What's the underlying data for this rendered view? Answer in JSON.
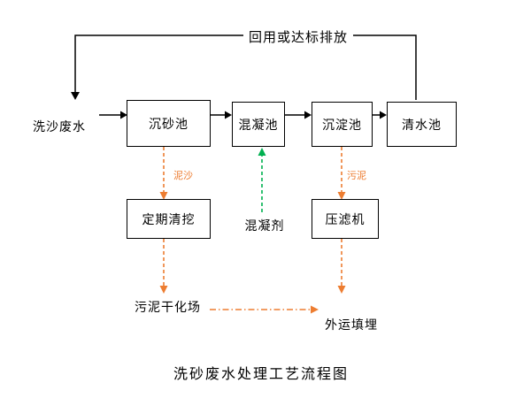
{
  "diagram": {
    "caption": "洗砂废水处理工艺流程图",
    "recycle_label": "回用或达标排放",
    "input_label": "洗沙废水",
    "boxes": {
      "grit_chamber": "沉砂池",
      "coagulation_tank": "混凝池",
      "sedimentation_tank": "沉淀池",
      "clear_water_tank": "清水池",
      "periodic_dredging": "定期清挖",
      "filter_press": "压滤机"
    },
    "flow_labels": {
      "silt": "泥沙",
      "sludge": "污泥",
      "coagulant": "混凝剂",
      "sludge_drying_field": "污泥干化场",
      "outbound_landfill": "外运填埋"
    },
    "colors": {
      "line_black": "#000000",
      "flow_orange": "#ED7D31",
      "coagulant_green": "#00B050",
      "background": "#FFFFFF"
    }
  }
}
